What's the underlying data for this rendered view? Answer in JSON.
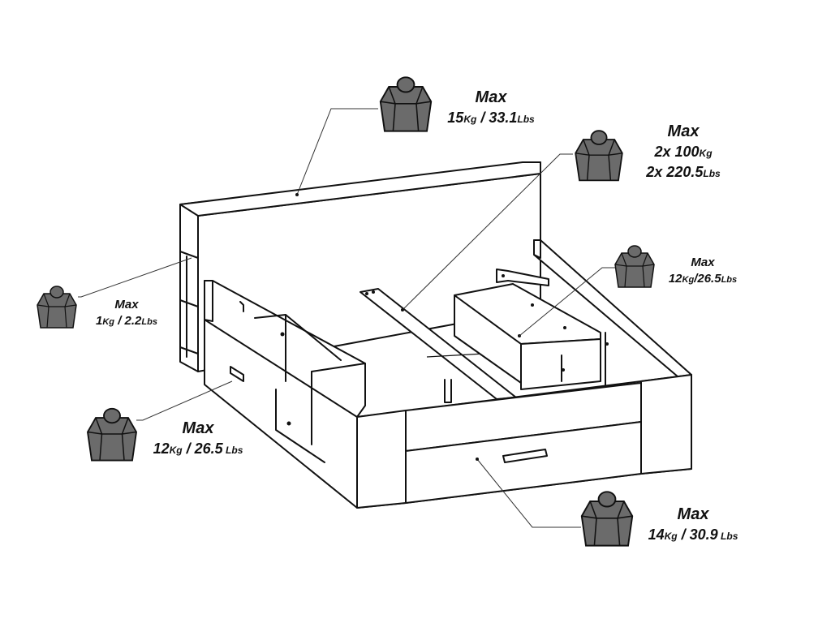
{
  "labels": [
    {
      "id": "headboard-top",
      "lines": [
        [
          {
            "t": "Max",
            "s": "big"
          }
        ],
        [
          {
            "t": "15",
            "s": "mid"
          },
          {
            "t": "Kg",
            "s": "sub"
          },
          {
            "t": " / ",
            "s": "mid"
          },
          {
            "t": "33.1",
            "s": "mid"
          },
          {
            "t": "Lbs",
            "s": "sub"
          }
        ]
      ]
    },
    {
      "id": "bed-frame",
      "lines": [
        [
          {
            "t": "Max",
            "s": "big"
          }
        ],
        [
          {
            "t": "2x 100",
            "s": "mid"
          },
          {
            "t": "Kg",
            "s": "sub"
          }
        ],
        [
          {
            "t": "2x 220.5",
            "s": "mid"
          },
          {
            "t": "Lbs",
            "s": "sub"
          }
        ]
      ]
    },
    {
      "id": "right-storage",
      "lines": [
        [
          {
            "t": "Max",
            "s": "sm"
          }
        ],
        [
          {
            "t": "12",
            "s": "sm"
          },
          {
            "t": "Kg",
            "s": "subsm"
          },
          {
            "t": "/",
            "s": "sm"
          },
          {
            "t": "26.5",
            "s": "sm"
          },
          {
            "t": "Lbs",
            "s": "subsm"
          }
        ]
      ]
    },
    {
      "id": "headboard-shelf",
      "lines": [
        [
          {
            "t": "Max",
            "s": "sm"
          }
        ],
        [
          {
            "t": "1",
            "s": "sm"
          },
          {
            "t": "Kg",
            "s": "subsm"
          },
          {
            "t": " / ",
            "s": "sm"
          },
          {
            "t": "2.2",
            "s": "sm"
          },
          {
            "t": "Lbs",
            "s": "subsm"
          }
        ]
      ]
    },
    {
      "id": "side-drawer",
      "lines": [
        [
          {
            "t": "Max",
            "s": "big"
          }
        ],
        [
          {
            "t": "12",
            "s": "mid"
          },
          {
            "t": "Kg",
            "s": "sub"
          },
          {
            "t": " / ",
            "s": "mid"
          },
          {
            "t": "26.5",
            "s": "mid"
          },
          {
            "t": " Lbs",
            "s": "sub"
          }
        ]
      ]
    },
    {
      "id": "foot-drawer",
      "lines": [
        [
          {
            "t": "Max",
            "s": "big"
          }
        ],
        [
          {
            "t": "14",
            "s": "mid"
          },
          {
            "t": "Kg",
            "s": "sub"
          },
          {
            "t": " / ",
            "s": "mid"
          },
          {
            "t": "30.9",
            "s": "mid"
          },
          {
            "t": " Lbs",
            "s": "sub"
          }
        ]
      ]
    }
  ],
  "icons": [
    "weight-icon"
  ],
  "colors": {
    "weight_fill": "#6b6b6b",
    "line": "#111111",
    "background": "#ffffff"
  }
}
